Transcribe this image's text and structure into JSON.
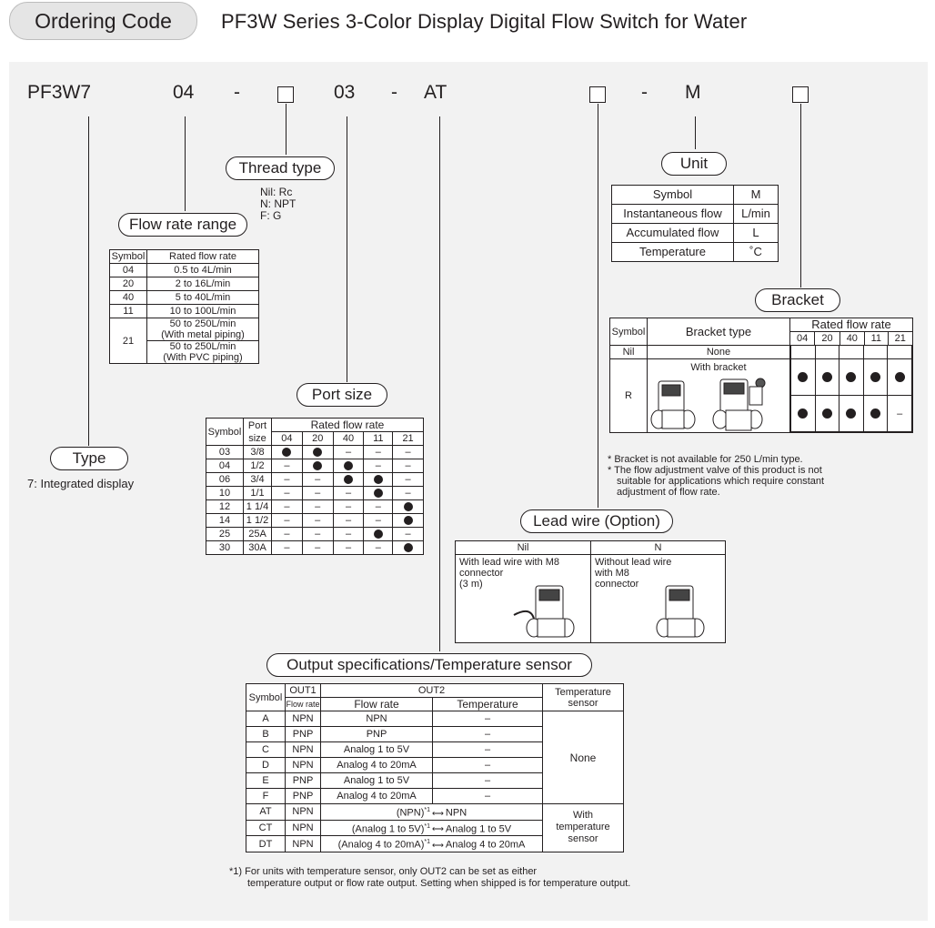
{
  "header": {
    "pill": "Ordering Code",
    "title": "PF3W Series 3-Color Display Digital Flow Switch for Water"
  },
  "code": {
    "model": "PF3W7",
    "range": "04",
    "dash1": "-",
    "port": "03",
    "dash2": "-",
    "output": "AT",
    "dash3": "-",
    "unit": "M"
  },
  "thread": {
    "title": "Thread type",
    "lines": [
      "Nil: Rc",
      "N: NPT",
      "F: G"
    ]
  },
  "flow": {
    "title": "Flow rate range",
    "head": [
      "Symbol",
      "Rated flow rate"
    ],
    "rows": [
      [
        "04",
        "0.5 to 4L/min"
      ],
      [
        "20",
        "2 to 16L/min"
      ],
      [
        "40",
        "5 to 40L/min"
      ],
      [
        "11",
        "10 to 100L/min"
      ]
    ],
    "row21": {
      "sym": "21",
      "a": "50 to 250L/min\n(With metal piping)",
      "b": "50 to 250L/min\n(With PVC piping)"
    }
  },
  "type": {
    "title": "Type",
    "text": "7: Integrated display"
  },
  "port": {
    "title": "Port size",
    "head": [
      "Symbol",
      "Port size",
      "Rated flow rate"
    ],
    "sub": [
      "04",
      "20",
      "40",
      "11",
      "21"
    ],
    "rows": [
      [
        "03",
        "3/8",
        "D",
        "D",
        "–",
        "–",
        "–"
      ],
      [
        "04",
        "1/2",
        "–",
        "D",
        "D",
        "–",
        "–"
      ],
      [
        "06",
        "3/4",
        "–",
        "–",
        "D",
        "D",
        "–"
      ],
      [
        "10",
        "1/1",
        "–",
        "–",
        "–",
        "D",
        "–"
      ],
      [
        "12",
        "1 1/4",
        "–",
        "–",
        "–",
        "–",
        "D"
      ],
      [
        "14",
        "1 1/2",
        "–",
        "–",
        "–",
        "–",
        "D"
      ],
      [
        "25",
        "25A",
        "–",
        "–",
        "–",
        "D",
        "–"
      ],
      [
        "30",
        "30A",
        "–",
        "–",
        "–",
        "–",
        "D"
      ]
    ]
  },
  "unit": {
    "title": "Unit",
    "head": [
      "Symbol",
      "M"
    ],
    "rows": [
      [
        "Instantaneous flow",
        "L/min"
      ],
      [
        "Accumulated flow",
        "L"
      ],
      [
        "Temperature",
        "˚C"
      ]
    ]
  },
  "bracket": {
    "title": "Bracket",
    "head": [
      "Symbol",
      "Bracket type",
      "Rated flow rate"
    ],
    "sub": [
      "04",
      "20",
      "40",
      "11",
      "21"
    ],
    "nil": [
      "Nil",
      "None"
    ],
    "r": "R",
    "with": "With bracket",
    "r1": [
      "D",
      "D",
      "D",
      "D",
      "D"
    ],
    "r2": [
      "D",
      "D",
      "D",
      "D",
      "–"
    ],
    "notes": [
      "* Bracket is not available for 250 L/min type.",
      "* The flow adjustment valve of this product is not",
      "suitable for applications which require constant",
      "adjustment of flow rate."
    ]
  },
  "lead": {
    "title": "Lead wire (Option)",
    "nil": "Nil",
    "n": "N",
    "nil_text": "With lead wire with M8\nconnector\n(3 m)",
    "n_text": "Without lead wire\nwith M8\nconnector"
  },
  "output": {
    "title": "Output specifications/Temperature sensor",
    "head": {
      "symbol": "Symbol",
      "out1": "OUT1",
      "out1sub": "Flow rate",
      "out2": "OUT2",
      "flow": "Flow rate",
      "temp": "Temperature",
      "sensor": "Temperature\nsensor"
    },
    "rows": [
      [
        "A",
        "NPN",
        "NPN",
        "–"
      ],
      [
        "B",
        "PNP",
        "PNP",
        "–"
      ],
      [
        "C",
        "NPN",
        "Analog 1 to 5V",
        "–"
      ],
      [
        "D",
        "NPN",
        "Analog 4 to 20mA",
        "–"
      ],
      [
        "E",
        "PNP",
        "Analog 1 to 5V",
        "–"
      ],
      [
        "F",
        "PNP",
        "Analog 4 to 20mA",
        "–"
      ]
    ],
    "none": "None",
    "rows2": [
      [
        "AT",
        "NPN",
        "(NPN)",
        "NPN"
      ],
      [
        "CT",
        "NPN",
        "(Analog 1 to 5V)",
        "Analog 1 to 5V"
      ],
      [
        "DT",
        "NPN",
        "(Analog 4 to 20mA)",
        "Analog 4 to 20mA"
      ]
    ],
    "with": "With\ntemperature\nsensor",
    "star": "*1",
    "notes": [
      "*1) For units with temperature sensor, only OUT2 can be set as either",
      "temperature output or flow rate output. Setting when shipped is for temperature output."
    ]
  }
}
